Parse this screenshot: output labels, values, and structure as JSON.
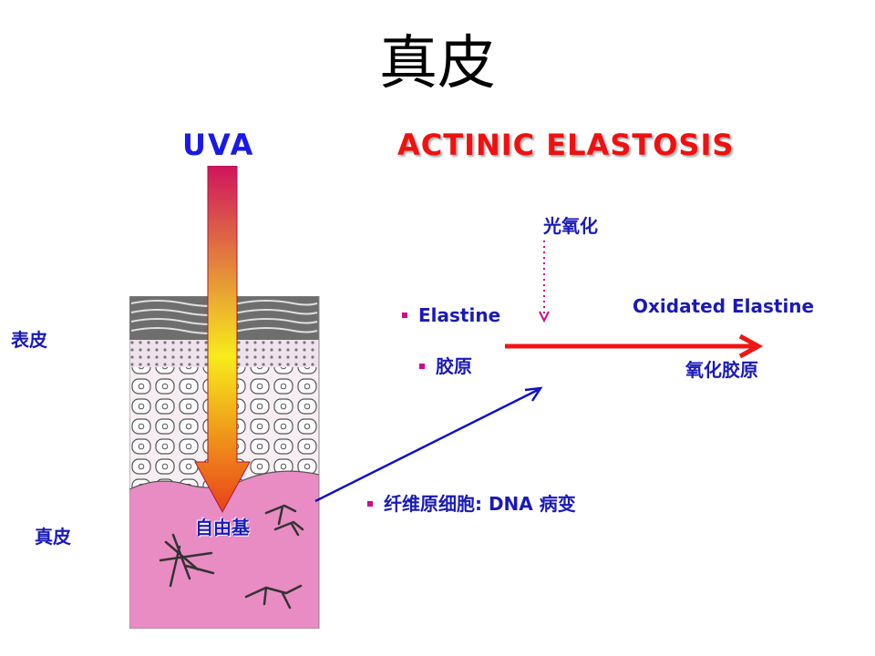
{
  "slide": {
    "title": "真皮",
    "uva_label": "UVA",
    "actinic_label": "ACTINIC ELASTOSIS",
    "layer_labels": {
      "epidermis": "表皮",
      "dermis": "真皮"
    },
    "free_radicals": "自由基",
    "photo_oxidation": "光氧化",
    "items": {
      "elastine": "Elastine",
      "collagen": "胶原",
      "fibroblast": "纤维原细胞: DNA 病变"
    },
    "results": {
      "oxidated_elastine": "Oxidated Elastine",
      "oxidized_collagen": "氧化胶原"
    }
  },
  "colors": {
    "title": "#000000",
    "uva": "#1a1ae6",
    "actinic": "#ee1111",
    "label_navy": "#1a1ab8",
    "bullet": "#cc0a8f",
    "dermis_pink": "#e98cc4",
    "red_arrow": "#f01515",
    "blue_arrow": "#1010c8",
    "dotted_arrow": "#cc0a8f"
  }
}
